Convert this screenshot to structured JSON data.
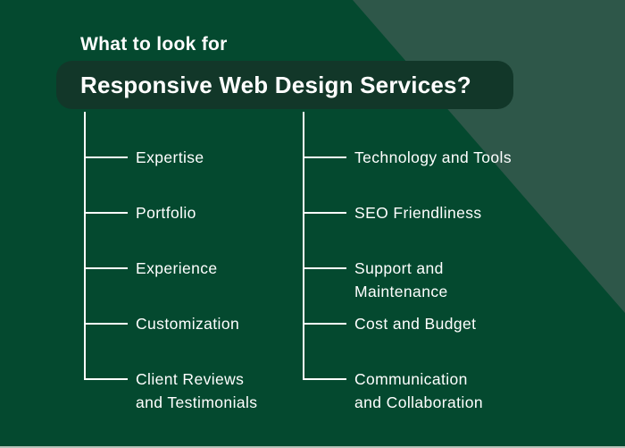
{
  "page": {
    "background_color": "#04492f",
    "band_color": "#2e5749",
    "pill_color": "#123729",
    "text_color": "#ffffff",
    "bottom_strip_color": "#b5c4ba"
  },
  "header": {
    "eyebrow": "What to look for",
    "title": "Responsive Web Design Services?"
  },
  "columns": [
    {
      "items": [
        {
          "label": "Expertise"
        },
        {
          "label": "Portfolio"
        },
        {
          "label": "Experience"
        },
        {
          "label": "Customization"
        },
        {
          "label": "Client Reviews\nand Testimonials"
        }
      ]
    },
    {
      "items": [
        {
          "label": "Technology and Tools"
        },
        {
          "label": "SEO Friendliness"
        },
        {
          "label": "Support and Maintenance"
        },
        {
          "label": "Cost and Budget"
        },
        {
          "label": "Communication\nand Collaboration"
        }
      ]
    }
  ]
}
